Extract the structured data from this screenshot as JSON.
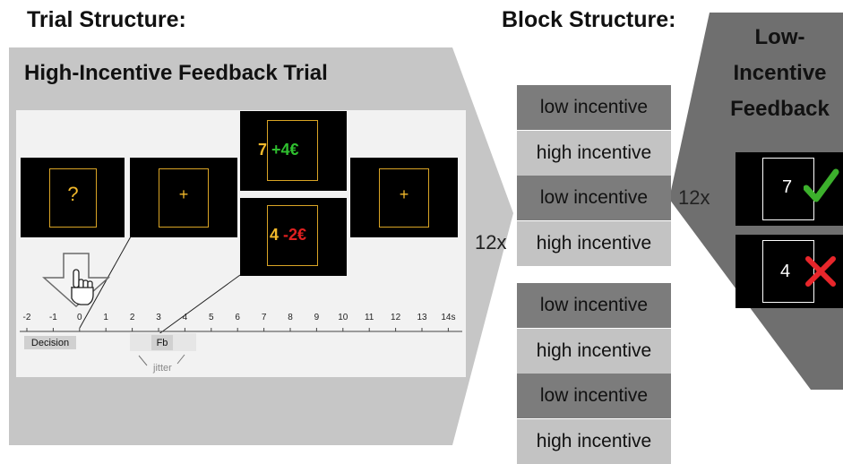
{
  "headings": {
    "trial": "Trial Structure:",
    "block": "Block Structure:"
  },
  "trial_panel": {
    "title": "High-Incentive Feedback Trial",
    "screens": {
      "decision_symbol": "?",
      "fixation_1": "+",
      "fixation_2": "+",
      "gain_number": "7",
      "gain_amount": "+4€",
      "loss_number": "4",
      "loss_amount": "-2€"
    },
    "timeline": {
      "ticks": [
        "-2",
        "-1",
        "0",
        "1",
        "2",
        "3",
        "4",
        "5",
        "6",
        "7",
        "8",
        "9",
        "10",
        "11",
        "12",
        "13",
        "14s"
      ],
      "decision_label": "Decision",
      "feedback_label": "Fb",
      "jitter_label": "jitter"
    }
  },
  "block_structure": {
    "group_1": [
      "low incentive",
      "high incentive",
      "low incentive",
      "high incentive"
    ],
    "group_2": [
      "low incentive",
      "high incentive",
      "low incentive",
      "high incentive"
    ],
    "repeat_label": "12x"
  },
  "low_incentive_panel": {
    "title_line1": "Low-",
    "title_line2": "Incentive",
    "title_line3": "Feedback",
    "repeat_label": "12x",
    "correct_number": "7",
    "wrong_number": "4"
  },
  "colors": {
    "frame": "#d9a425",
    "gain": "#2fbf2f",
    "loss": "#e02020",
    "check": "#3cb02c",
    "cross": "#e8262b",
    "panel_light": "#c6c6c6",
    "panel_dark": "#6f6f6f"
  }
}
